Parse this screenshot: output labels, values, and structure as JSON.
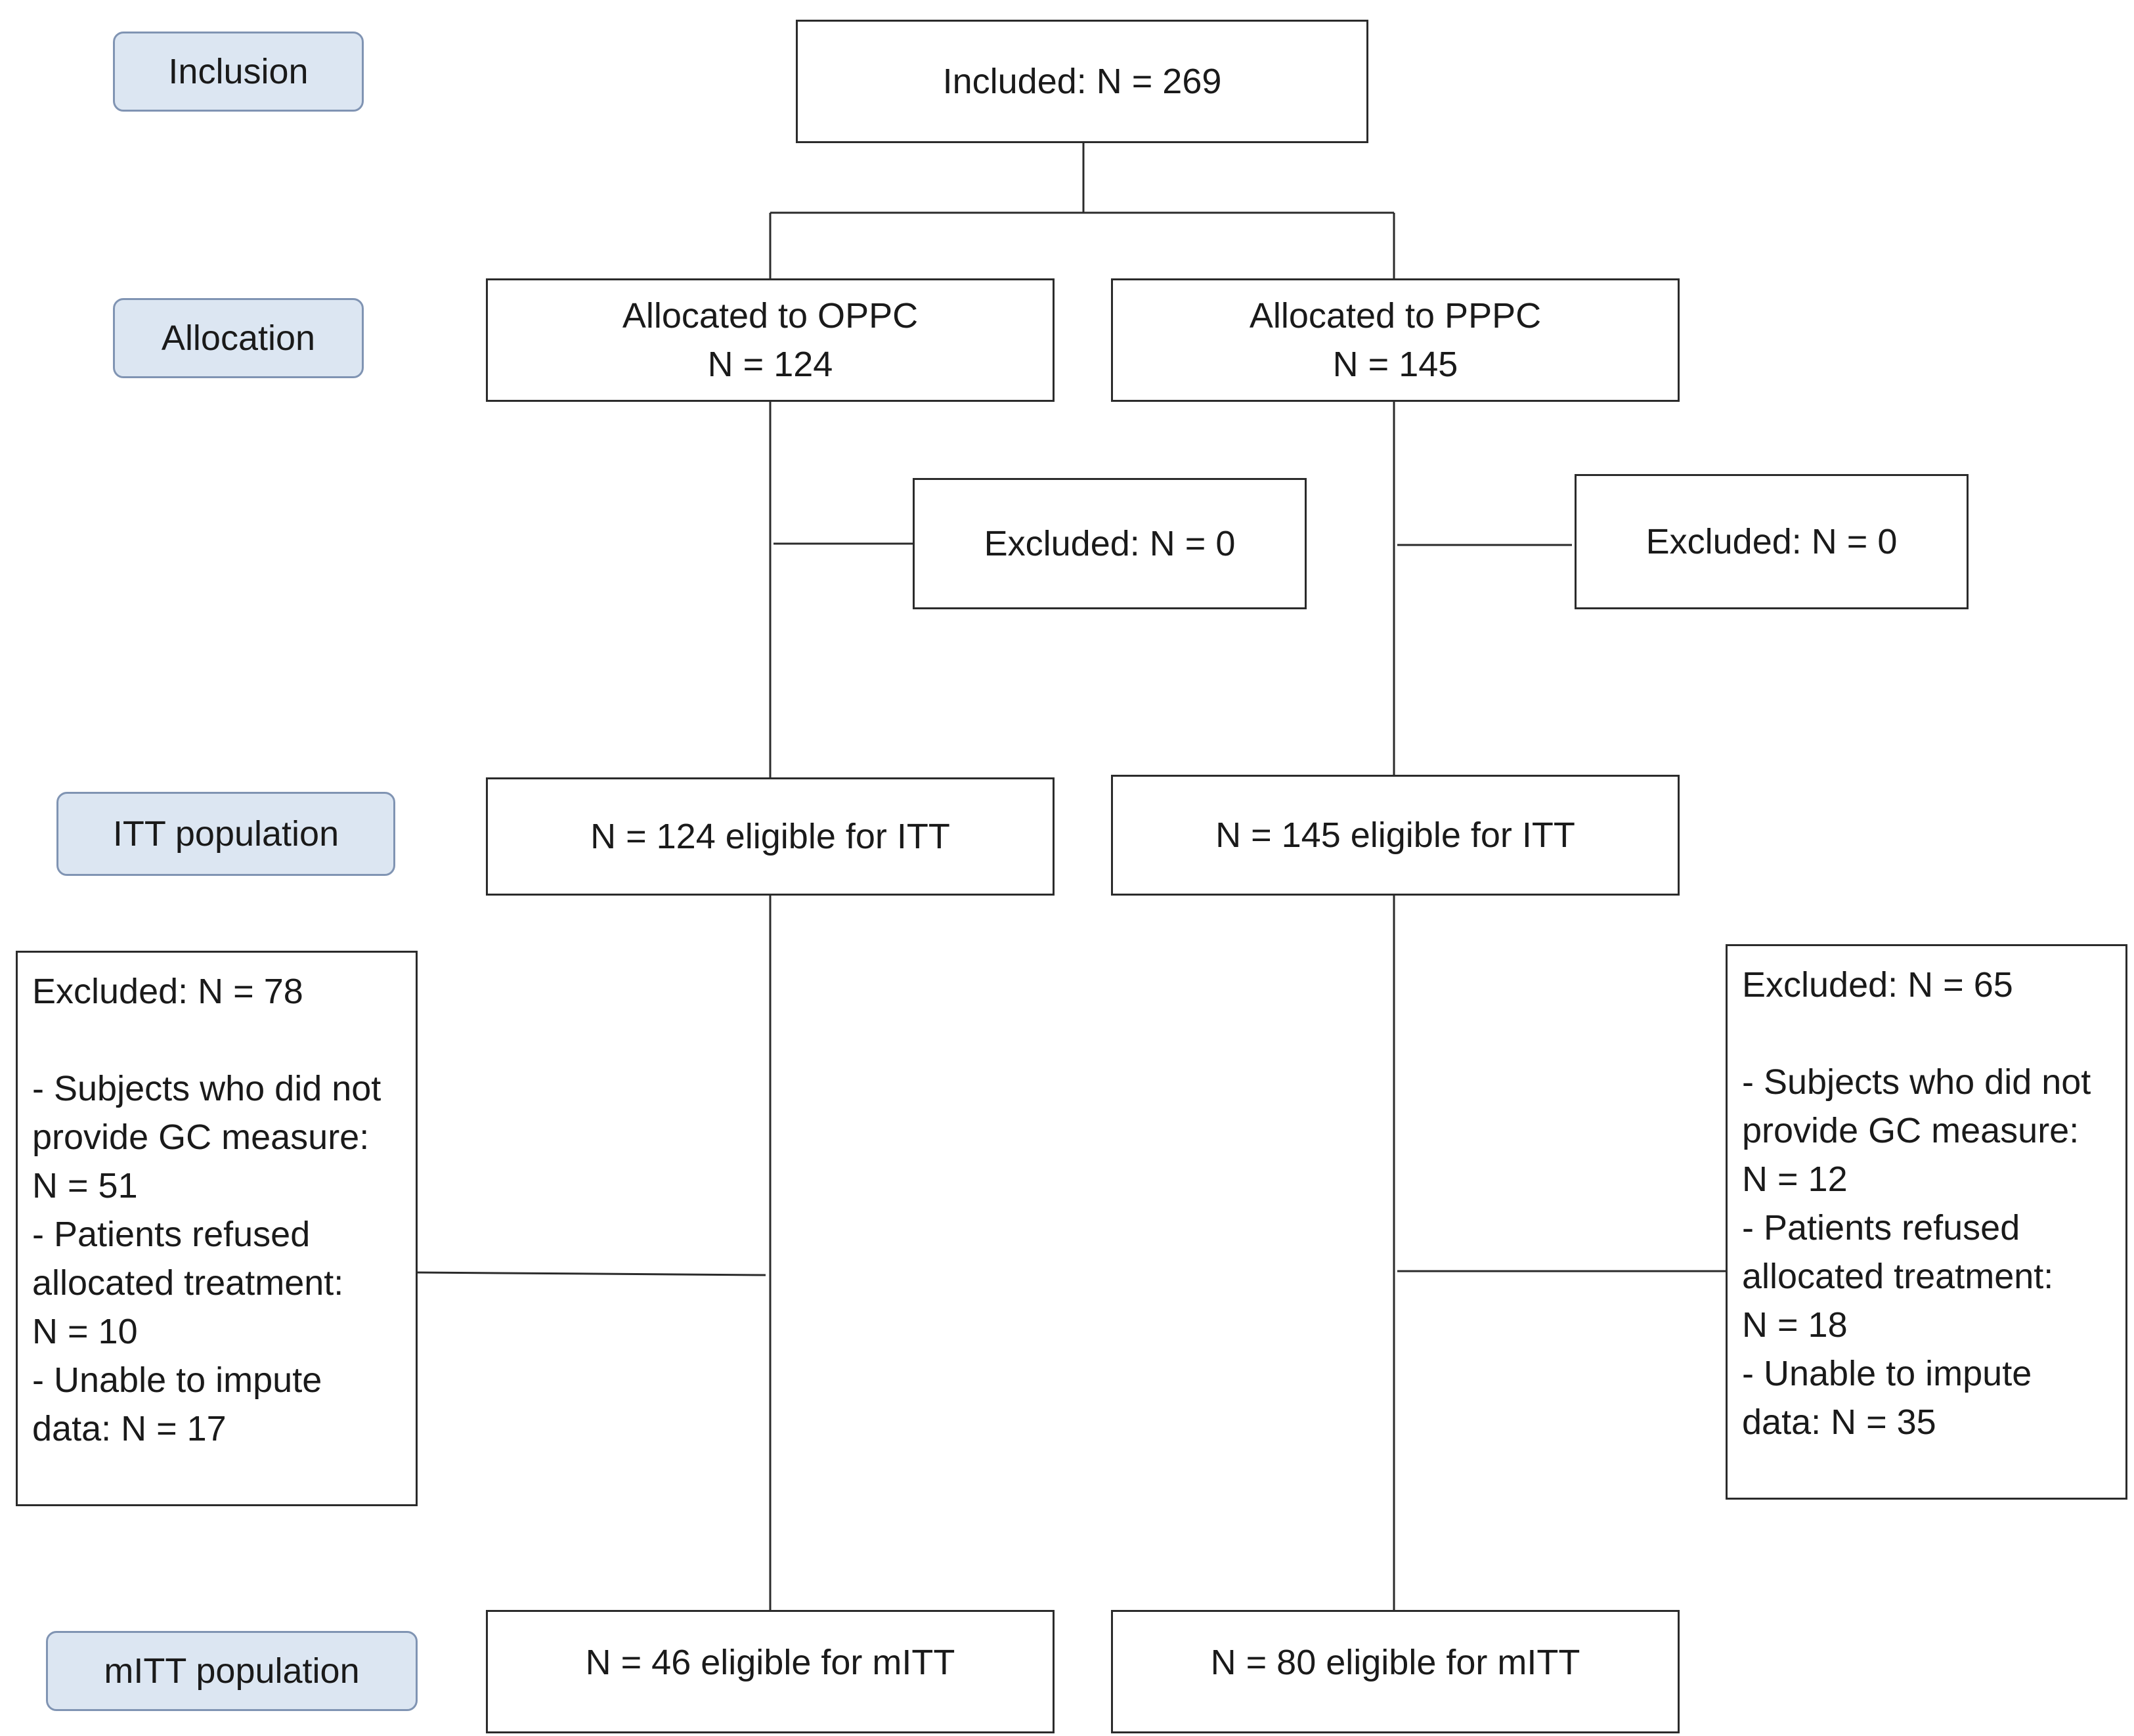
{
  "stages": {
    "inclusion": "Inclusion",
    "allocation": "Allocation",
    "itt": "ITT population",
    "mitt": "mITT population"
  },
  "included": "Included: N = 269",
  "arms": {
    "oppc": {
      "allocated_line1": "Allocated to OPPC",
      "allocated_line2": "N = 124",
      "excluded_alloc": "Excluded: N = 0",
      "itt": "N = 124 eligible for ITT",
      "excluded": {
        "title": "Excluded: N = 78",
        "lines": [
          "- Subjects who did not",
          "provide GC measure:",
          "N = 51",
          "- Patients refused",
          "allocated treatment:",
          "N = 10",
          "- Unable to impute",
          "data: N = 17"
        ]
      },
      "mitt": "N = 46 eligible for mITT"
    },
    "pppc": {
      "allocated_line1": "Allocated to PPPC",
      "allocated_line2": "N = 145",
      "excluded_alloc": "Excluded: N = 0",
      "itt": "N = 145 eligible for ITT",
      "excluded": {
        "title": "Excluded: N = 65",
        "lines": [
          "- Subjects who did not",
          "provide GC measure:",
          "N = 12",
          "- Patients refused",
          "allocated treatment:",
          "N = 18",
          "- Unable to impute",
          "data: N = 35"
        ]
      },
      "mitt": "N = 80 eligible for mITT"
    }
  }
}
